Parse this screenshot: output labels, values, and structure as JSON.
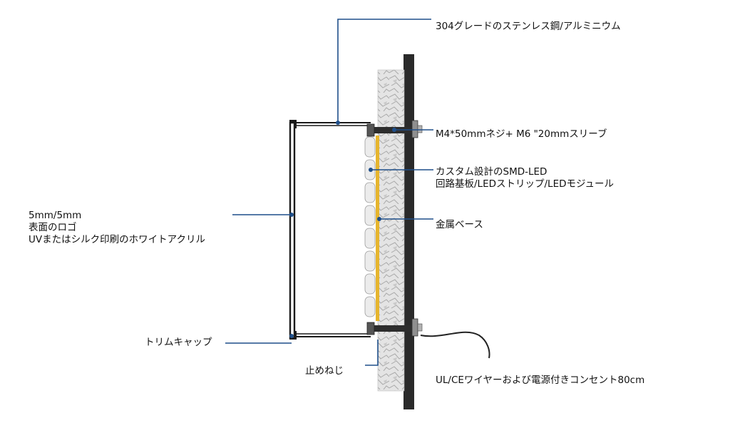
{
  "colors": {
    "leader_line": "#1f4f8a",
    "wall": "#2a2a2a",
    "acrylic_frame": "#1a1a1a",
    "led_strip": "#e6b52e",
    "text": "#111111"
  },
  "labels": {
    "material": "304グレードのステンレス鋼/アルミニウム",
    "screw": "M4*50mmネジ+ M6 \"20mmスリーブ",
    "led": {
      "line1": "カスタム設計のSMD-LED",
      "line2": "回路基板/LEDストリップ/LEDモジュール"
    },
    "base": "金属ベース",
    "acrylic": {
      "line1": "5mm/5mm",
      "line2": "表面のロゴ",
      "line3": "UVまたはシルク印刷のホワイトアクリル"
    },
    "trim": "トリムキャップ",
    "stop_screw": "止めねじ",
    "wire": "UL/CEワイヤーおよび電源付きコンセント80cm"
  }
}
